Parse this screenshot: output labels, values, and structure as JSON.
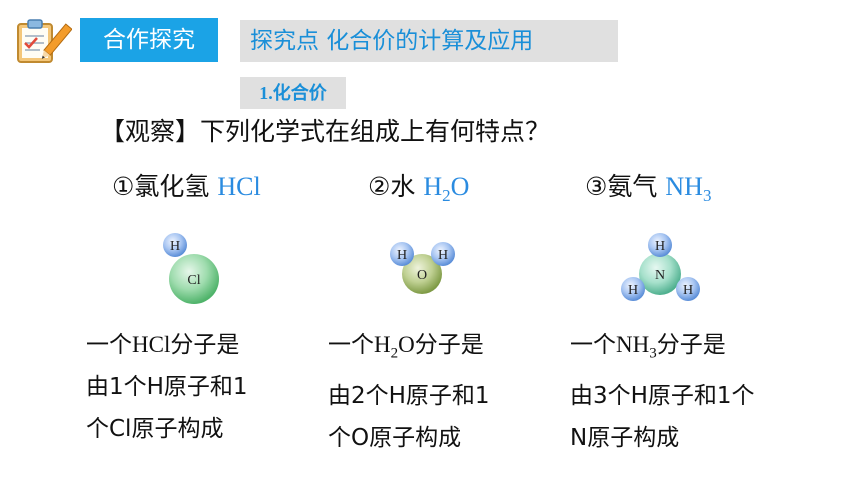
{
  "header": {
    "section_tag": "合作探究",
    "topic": "探究点  化合价的计算及应用",
    "subtopic": "1.化合价"
  },
  "observe": {
    "text": "【观察】下列化学式在组成上有何特点？"
  },
  "compounds": [
    {
      "label": "①氯化氢",
      "formula": "HCl",
      "atoms": {
        "h": "H",
        "center": "Cl"
      },
      "desc": {
        "l1_pre": "一个",
        "l1_formula": "HCl",
        "l1_post": "分子是",
        "l2": "由1个H原子和1",
        "l3": "个Cl原子构成"
      }
    },
    {
      "label": "②水",
      "formula_main": "H",
      "formula_sub": "2",
      "formula_tail": "O",
      "atoms": {
        "h1": "H",
        "h2": "H",
        "center": "O"
      },
      "desc": {
        "l1_pre": "一个",
        "l1_main": "H",
        "l1_sub": "2",
        "l1_tail": "O",
        "l1_post": "分子是",
        "l2": "由2个H原子和1",
        "l3": "个O原子构成"
      }
    },
    {
      "label": "③氨气",
      "formula_main": "NH",
      "formula_sub": "3",
      "atoms": {
        "h1": "H",
        "h2": "H",
        "h3": "H",
        "center": "N"
      },
      "desc": {
        "l1_pre": "一个",
        "l1_main": "NH",
        "l1_sub": "3",
        "l1_post": "分子是",
        "l2": "由3个H原子和1个",
        "l3": "N原子构成"
      }
    }
  ],
  "colors": {
    "tag_bg": "#1ba3e6",
    "banner_bg": "#e0e0e0",
    "banner_text": "#1a8fd8",
    "formula": "#2a8be0"
  }
}
